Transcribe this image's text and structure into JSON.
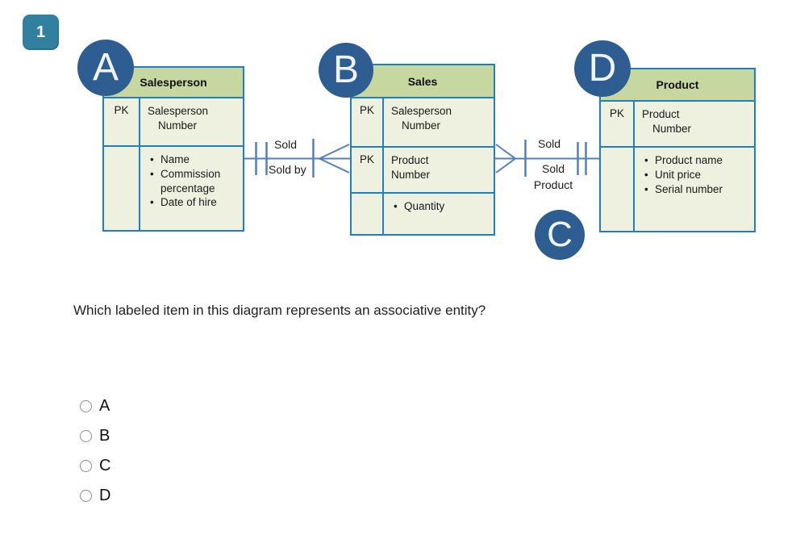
{
  "badge": {
    "number": "1"
  },
  "question": {
    "text": "Which labeled item in this diagram represents an associative entity?"
  },
  "options": [
    {
      "label": "A",
      "selected": false
    },
    {
      "label": "B",
      "selected": false
    },
    {
      "label": "C",
      "selected": false
    },
    {
      "label": "D",
      "selected": false
    }
  ],
  "diagram": {
    "markers": {
      "a": "A",
      "b": "B",
      "c": "C",
      "d": "D"
    },
    "relationships": {
      "left": {
        "top_label": "Sold",
        "bottom_label": "Sold by"
      },
      "right": {
        "top_label": "Sold",
        "bottom_label": "Sold Product"
      }
    },
    "tables": {
      "salesperson": {
        "title": "Salesperson",
        "pk_row": {
          "key": "PK",
          "line1": "Salesperson",
          "line2": "Number"
        },
        "attributes": [
          "Name",
          "Commission percentage",
          "Date of hire"
        ]
      },
      "sales": {
        "title": "Sales",
        "pk_row1": {
          "key": "PK",
          "line1": "Salesperson",
          "line2": "Number"
        },
        "pk_row2": {
          "key": "PK",
          "line1": "Product",
          "line2": "Number"
        },
        "attributes": [
          "Quantity"
        ]
      },
      "product": {
        "title": "Product",
        "pk_row": {
          "key": "PK",
          "line1": "Product",
          "line2": "Number"
        },
        "attributes": [
          "Product name",
          "Unit price",
          "Serial number"
        ]
      }
    },
    "colors": {
      "table_border": "#1e7ec6",
      "header_fill": "#c6d7a0",
      "cell_fill": "#eef0e0",
      "marker_circle": "#2e5d92",
      "relationship_line": "#4f81bd",
      "badge_fill": "#31809f"
    }
  }
}
